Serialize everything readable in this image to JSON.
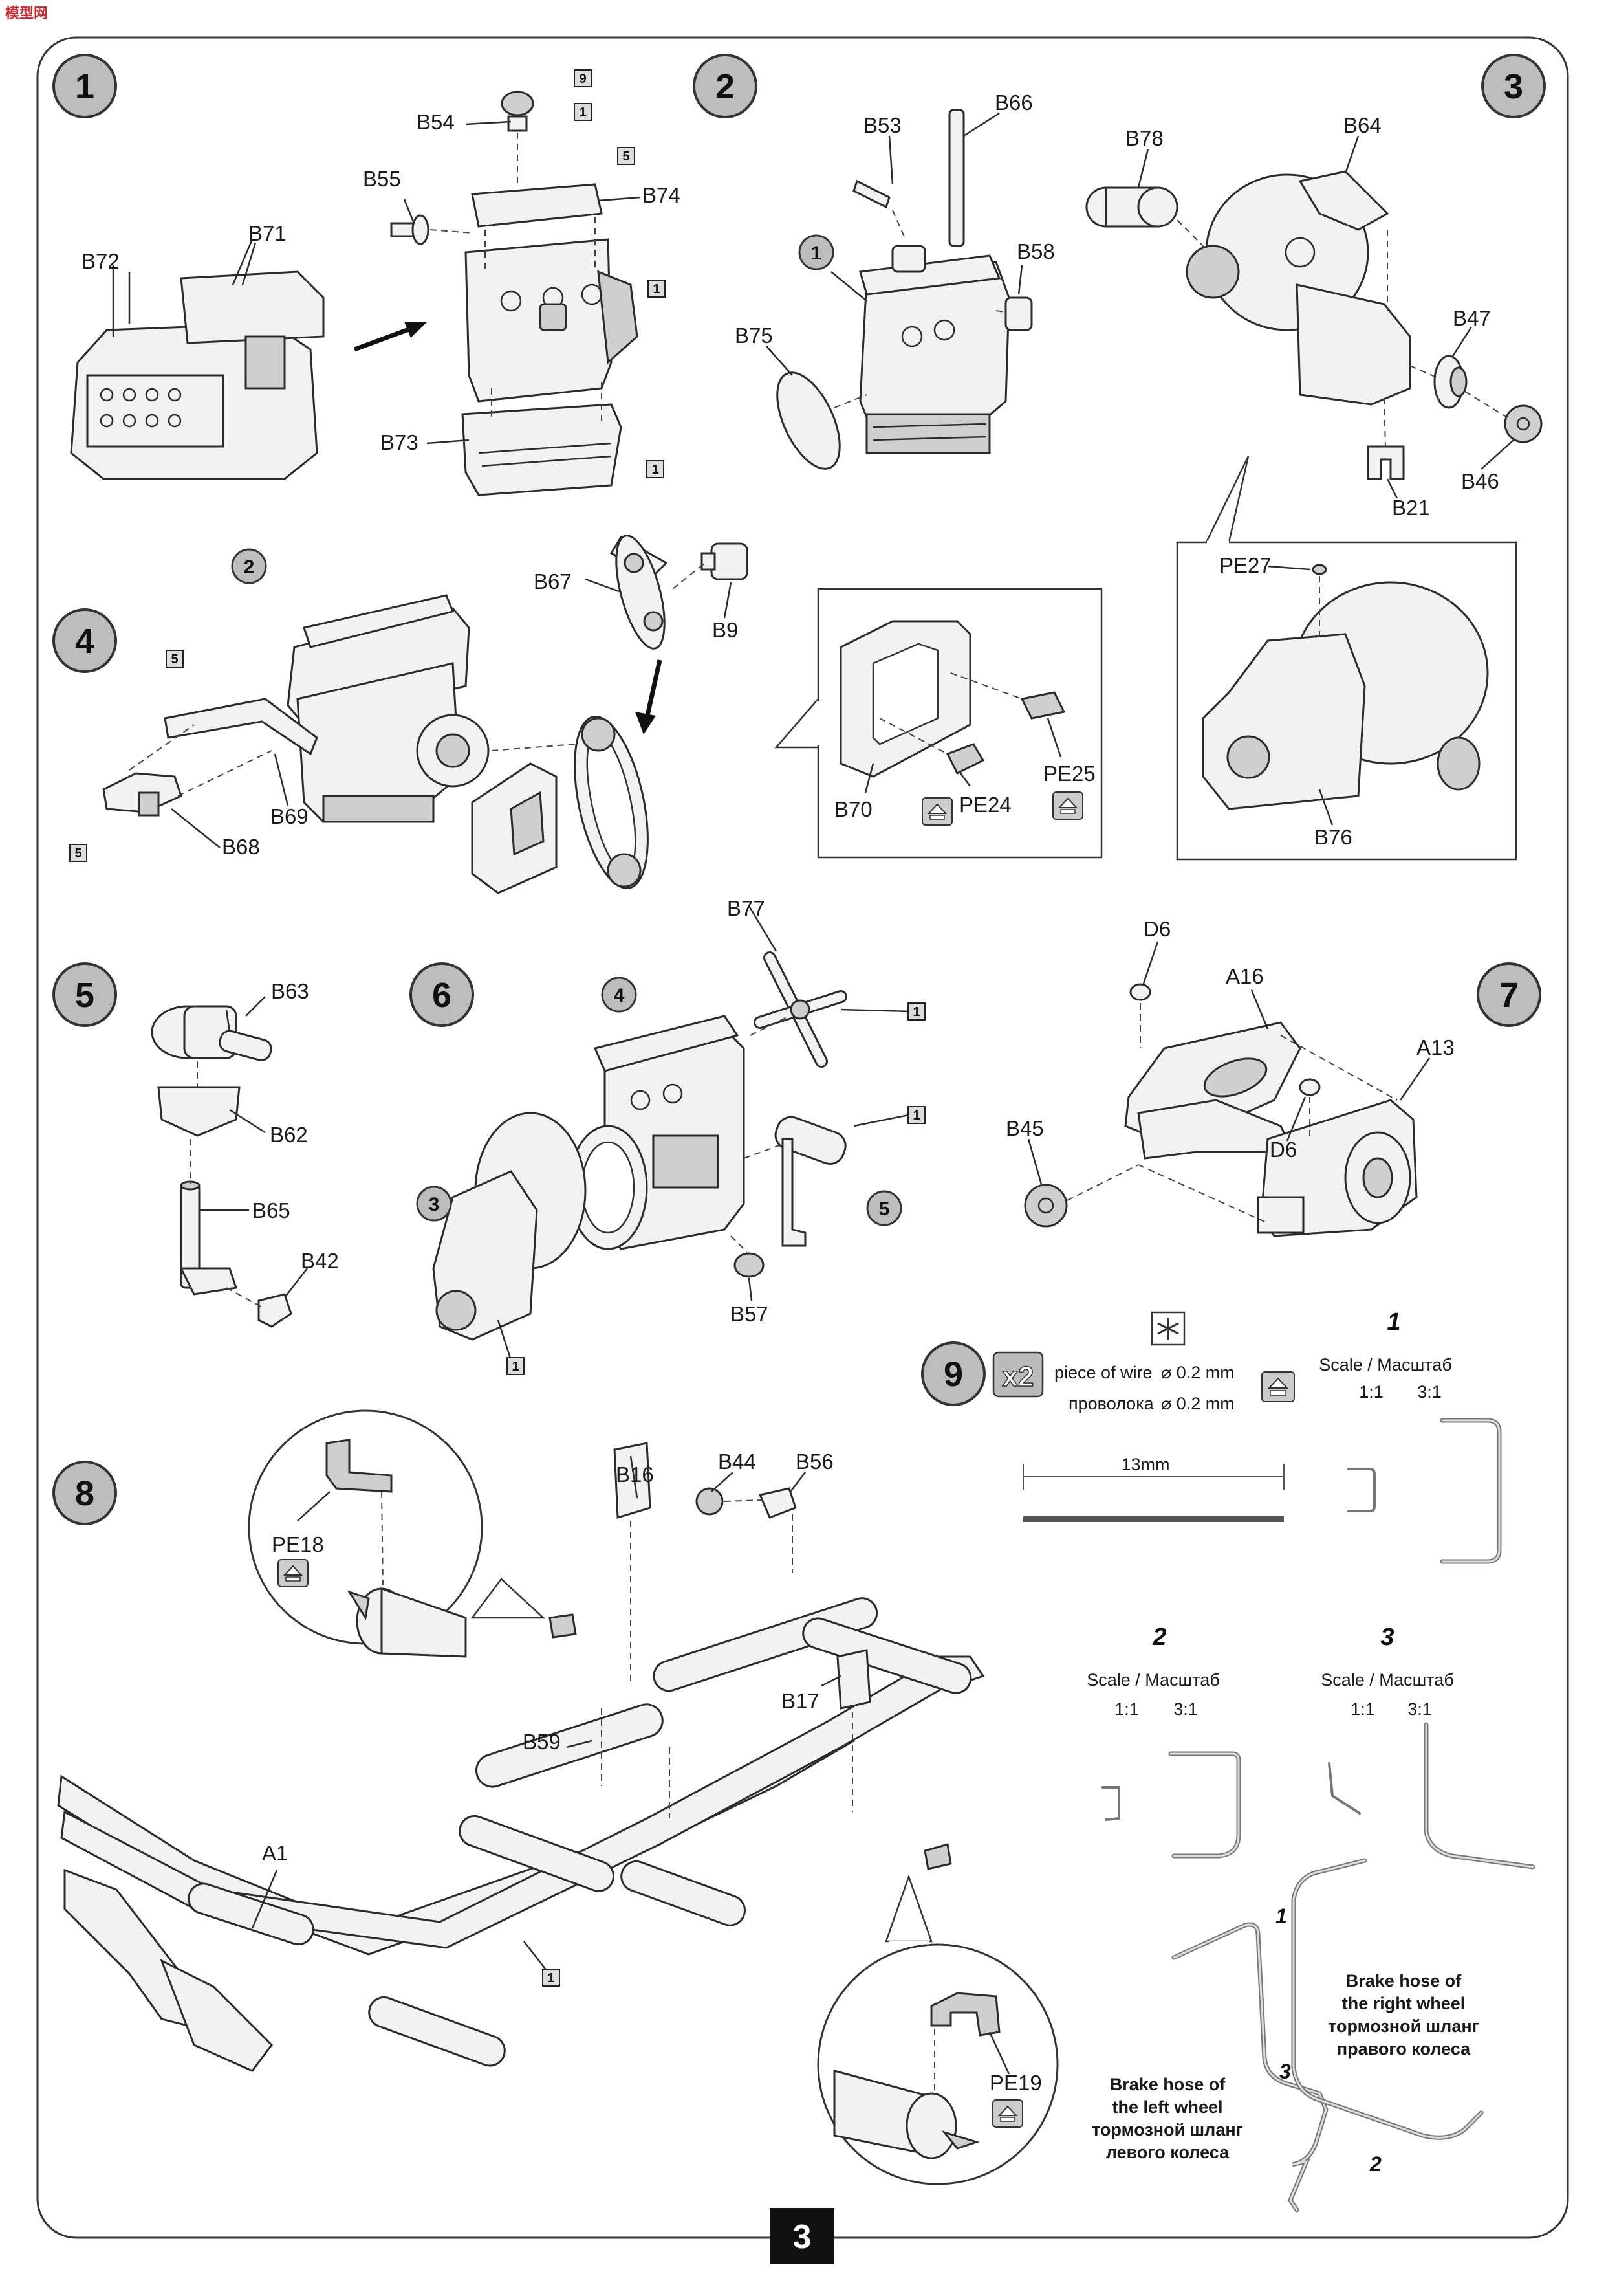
{
  "logo": "模型网",
  "page_number": "3",
  "steps": [
    "1",
    "2",
    "3",
    "4",
    "5",
    "6",
    "7",
    "8",
    "9"
  ],
  "parts": {
    "B72": "B72",
    "B71": "B71",
    "B55": "B55",
    "B54": "B54",
    "B74": "B74",
    "B73": "B73",
    "B53": "B53",
    "B66": "B66",
    "B58": "B58",
    "B75": "B75",
    "B78": "B78",
    "B64": "B64",
    "B47": "B47",
    "B46": "B46",
    "B21": "B21",
    "PE27": "PE27",
    "B76": "B76",
    "B67": "B67",
    "B9": "B9",
    "B69": "B69",
    "B68": "B68",
    "B70": "B70",
    "PE24": "PE24",
    "PE25": "PE25",
    "B63": "B63",
    "B62": "B62",
    "B65": "B65",
    "B42": "B42",
    "B77": "B77",
    "B57": "B57",
    "D6a": "D6",
    "A16": "A16",
    "A13": "A13",
    "B45": "B45",
    "D6b": "D6",
    "B44": "B44",
    "B56": "B56",
    "B16": "B16",
    "PE18": "PE18",
    "B17": "B17",
    "B59": "B59",
    "A1": "A1",
    "PE19": "PE19"
  },
  "sub_refs": {
    "s1": "1",
    "s2": "2",
    "s3": "3",
    "s4": "4",
    "s5": "5"
  },
  "box_refs": {
    "n1": "1",
    "n5": "5",
    "n9": "9"
  },
  "wire": {
    "count": "x2",
    "piece_en": "piece of  wire",
    "diam_en": "⌀ 0.2 mm",
    "piece_ru": "проволока",
    "diam_ru": "⌀ 0.2 mm",
    "length": "13mm"
  },
  "scales": [
    {
      "num": "1",
      "label": "Scale  /  Масштаб",
      "r1": "1:1",
      "r2": "3:1"
    },
    {
      "num": "2",
      "label": "Scale  /  Масштаб",
      "r1": "1:1",
      "r2": "3:1"
    },
    {
      "num": "3",
      "label": "Scale  /  Масштаб",
      "r1": "1:1",
      "r2": "3:1"
    }
  ],
  "hose_right": [
    "Brake hose of",
    "the right wheel",
    "тормозной шланг",
    "правого колеса"
  ],
  "hose_left": [
    "Brake hose of",
    "the left wheel",
    "тормозной шланг",
    "левого колеса"
  ],
  "hose_marks": {
    "m1": "1",
    "m2": "2",
    "m3": "3"
  }
}
